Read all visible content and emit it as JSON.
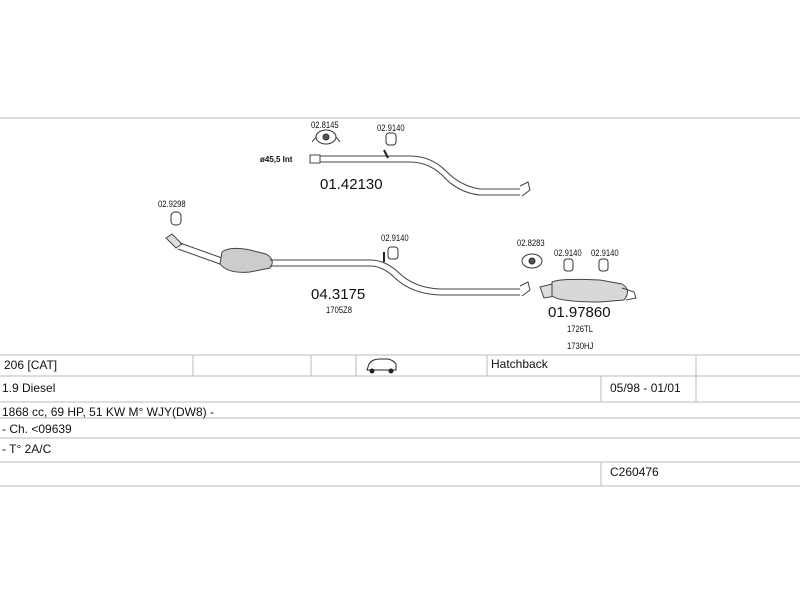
{
  "pipes": [
    {
      "part": "01.42130",
      "inlet_label": "ø45,5 Int"
    },
    {
      "part": "04.3175",
      "sub": "1705Z8"
    },
    {
      "part": "01.97860",
      "sub": [
        "1726TL",
        "1730HJ"
      ]
    }
  ],
  "clamps": [
    {
      "code": "02.8145"
    },
    {
      "code": "02.9140"
    },
    {
      "code": "02.9298"
    },
    {
      "code": "02.9140"
    },
    {
      "code": "02.8283"
    },
    {
      "code": "02.9140"
    },
    {
      "code": "02.9140"
    }
  ],
  "table": {
    "model": "206 [CAT]",
    "body_type": "Hatchback",
    "engine": "1.9 Diesel",
    "period": "05/98 - 01/01",
    "spec": "1868 cc, 69 HP, 51 KW M° WJY(DW8) -",
    "chassis": "- Ch. <09639",
    "note": "- T° 2A/C",
    "code": "C260476"
  },
  "icons": {
    "body": "hatchback-car-icon"
  }
}
